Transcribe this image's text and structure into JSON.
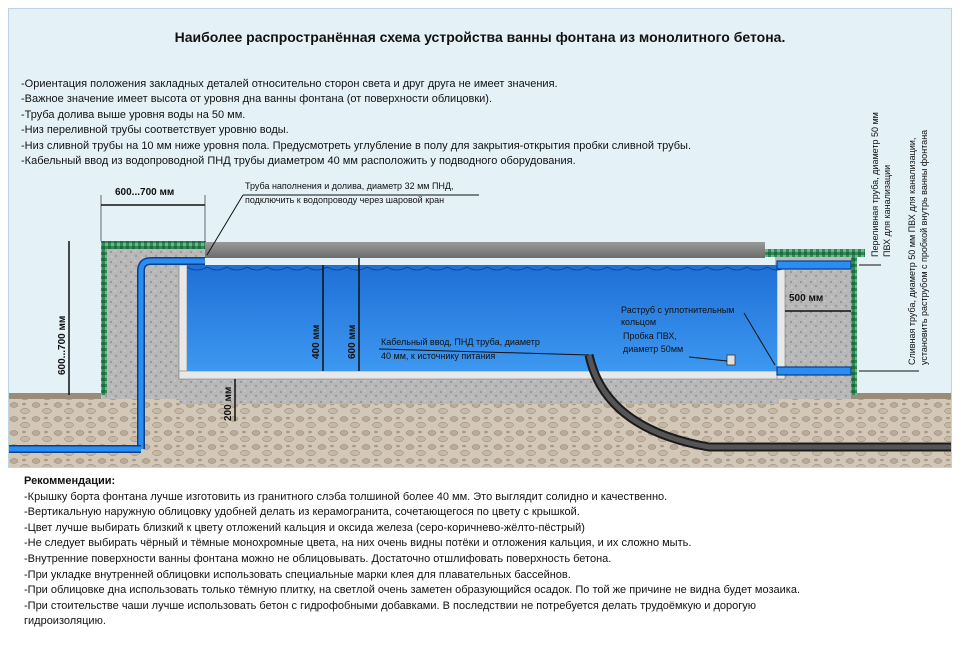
{
  "title": "Наиболее распространённая схема устройства ванны фонтана из монолитного бетона.",
  "notes": [
    "-Ориентация положения закладных деталей относительно сторон света и друг друга не имеет значения.",
    "-Важное значение имеет высота от уровня дна ванны фонтана (от поверхности облицовки).",
    "-Труба долива выше уровня воды на 50 мм.",
    "-Низ переливной трубы соответствует уровню воды.",
    "-Низ сливной трубы на 10 мм ниже уровня пола. Предусмотреть углубление в полу для закрытия-открытия пробки сливной трубы.",
    "-Кабельный ввод из водопроводной ПНД трубы диаметром 40 мм расположить у подводного оборудования."
  ],
  "labels": {
    "fill_pipe_1": "Труба наполнения и долива, диаметр 32 мм ПНД,",
    "fill_pipe_2": "подключить к водопроводу через шаровой кран",
    "socket_1": "Раструб с уплотнительным",
    "socket_2": "кольцом",
    "plug_1": "Пробка ПВХ,",
    "plug_2": "диаметр 50мм",
    "cable_1": "Кабельный ввод, ПНД труба, диаметр",
    "cable_2": "40 мм, к источнику питания",
    "overflow_1": "Переливная труба, диаметр 50 мм",
    "overflow_2": "ПВХ для канализации",
    "drain_1": "Сливная труба, диаметр 50 мм ПВХ для канализации,",
    "drain_2": "установить раструбом с пробкой внутрь ванны фонтана"
  },
  "dimensions": {
    "width_top": "600...700 мм",
    "height_left": "600...700 мм",
    "water_depth": "400 мм",
    "bowl_depth": "600 мм",
    "base": "200 мм",
    "right_wall": "500 мм"
  },
  "recommendations": {
    "heading": "Рекоммендации:",
    "items": [
      "-Крышку борта фонтана лучше изготовить из гранитного слэба толшиной более 40 мм. Это выглядит солидно и качественно.",
      "-Вертикальную наружную облицовку удобней делать из керамогранита, сочетающегося по цвету с крышкой.",
      "-Цвет лучше выбирать близкий к цвету отложений кальция и оксида железа (серо-коричнево-жёлто-пёстрый)",
      "-Не следует выбирать чёрный и тёмные монохромные цвета, на них очень видны потёки и отложения кальция, и их сложно мыть.",
      "-Внутренние поверхности ванны фонтана можно не облицовывать. Достаточно отшлифовать поверхность бетона.",
      "-При укладке внутренней облицовки использовать специальные марки клея для плавательных бассейнов.",
      "-При облицовке дна использовать только тёмную плитку, на светлой очень заметен образующийся осадок. По той же причине не видна будет мозаика.",
      "-При стоительстве чаши лучше использовать бетон с гидрофобными добавками. В последствии не потребуется делать трудоёмкую и дорогую",
      "гидроизоляцию."
    ]
  },
  "colors": {
    "panel": "#e4f2f8",
    "water": "#2a82e6",
    "concrete": "#b4b4b4",
    "soil": "#cbbfae",
    "tile": "#2f8a55",
    "pipe": "#0b6ad0"
  }
}
